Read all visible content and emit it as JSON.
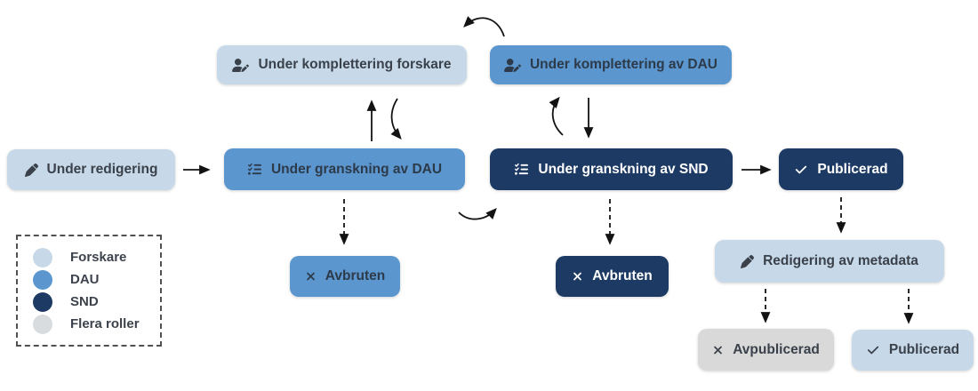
{
  "colors": {
    "forskare": "#c7d9e8",
    "dau": "#5b96cf",
    "snd": "#1d3a64",
    "flera_roller": "#d9d9d9",
    "text_dark": "#3a414b",
    "text_light": "#ffffff",
    "arrow": "#131313"
  },
  "nodes": [
    {
      "id": "under-redigering",
      "label": "Under redigering",
      "icon": "pencil-icon",
      "role": "forskare"
    },
    {
      "id": "under-komplettering-forskare",
      "label": "Under komplettering forskare",
      "icon": "user-pen-icon",
      "role": "forskare"
    },
    {
      "id": "under-komplettering-av-dau",
      "label": "Under komplettering av DAU",
      "icon": "user-pen-icon",
      "role": "dau"
    },
    {
      "id": "under-granskning-av-dau",
      "label": "Under granskning av DAU",
      "icon": "list-check-icon",
      "role": "dau"
    },
    {
      "id": "under-granskning-av-snd",
      "label": "Under granskning av SND",
      "icon": "list-check-icon",
      "role": "snd"
    },
    {
      "id": "publicerad",
      "label": "Publicerad",
      "icon": "check-icon",
      "role": "snd"
    },
    {
      "id": "avbruten-dau",
      "label": "Avbruten",
      "icon": "x-icon",
      "role": "dau"
    },
    {
      "id": "avbruten-snd",
      "label": "Avbruten",
      "icon": "x-icon",
      "role": "snd"
    },
    {
      "id": "redigering-av-metadata",
      "label": "Redigering av metadata",
      "icon": "pencil-icon",
      "role": "forskare"
    },
    {
      "id": "avpublicerad",
      "label": "Avpublicerad",
      "icon": "x-icon",
      "role": "flera_roller"
    },
    {
      "id": "publicerad-efter-redigering",
      "label": "Publicerad",
      "icon": "check-icon",
      "role": "forskare"
    }
  ],
  "edges": [
    {
      "from": "Under redigering",
      "to": "Under granskning av DAU",
      "style": "solid"
    },
    {
      "from": "Under granskning av DAU",
      "to": "Under komplettering forskare",
      "style": "solid"
    },
    {
      "from": "Under komplettering forskare",
      "to": "Under granskning av DAU",
      "style": "solid-curved"
    },
    {
      "from": "Under komplettering av DAU",
      "to": "Under komplettering forskare",
      "style": "solid-curved"
    },
    {
      "from": "Under granskning av SND",
      "to": "Under komplettering av DAU",
      "style": "solid-curved"
    },
    {
      "from": "Under komplettering av DAU",
      "to": "Under granskning av SND",
      "style": "solid"
    },
    {
      "from": "Under granskning av DAU",
      "to": "Under granskning av SND",
      "style": "solid-curved"
    },
    {
      "from": "Under granskning av SND",
      "to": "Publicerad",
      "style": "solid"
    },
    {
      "from": "Under granskning av DAU",
      "to": "Avbruten",
      "style": "dashed"
    },
    {
      "from": "Under granskning av SND",
      "to": "Avbruten",
      "style": "dashed"
    },
    {
      "from": "Publicerad",
      "to": "Redigering av metadata",
      "style": "dashed"
    },
    {
      "from": "Redigering av metadata",
      "to": "Avpublicerad",
      "style": "dashed"
    },
    {
      "from": "Redigering av metadata",
      "to": "Publicerad",
      "style": "dashed"
    }
  ],
  "legend": {
    "items": [
      {
        "label": "Forskare",
        "color": "#c7d9e8"
      },
      {
        "label": "DAU",
        "color": "#5b96cf"
      },
      {
        "label": "SND",
        "color": "#1d3a64"
      },
      {
        "label": "Flera roller",
        "color": "#d9dcde"
      }
    ]
  }
}
